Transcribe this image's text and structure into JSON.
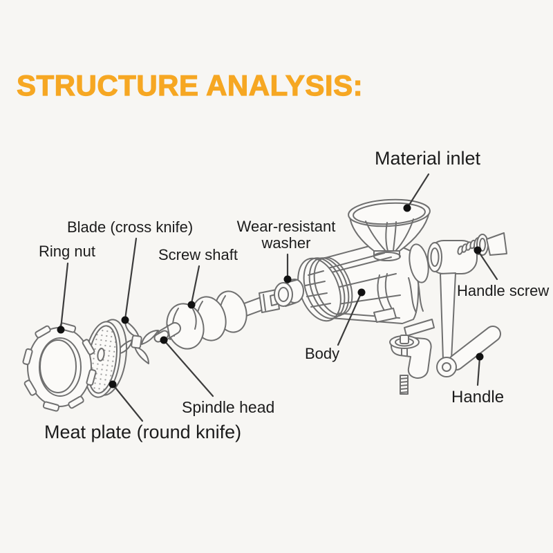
{
  "page": {
    "background": "#f7f6f3"
  },
  "title": {
    "text": "STRUCTURE ANALYSIS:",
    "color": "#f6a722"
  },
  "colors": {
    "label_ink": "#1c1c1c",
    "line_art": "#6f6f6f",
    "leader_line": "#3c3c3c",
    "callout_dot": "#111111"
  },
  "labels": {
    "material_inlet": "Material inlet",
    "blade": "Blade (cross knife)",
    "ring_nut": "Ring nut",
    "screw_shaft": "Screw shaft",
    "washer_line1": "Wear-resistant",
    "washer_line2": "washer",
    "handle_screw": "Handle screw",
    "body": "Body",
    "handle": "Handle",
    "spindle_head": "Spindle head",
    "meat_plate": "Meat plate (round knife)"
  }
}
